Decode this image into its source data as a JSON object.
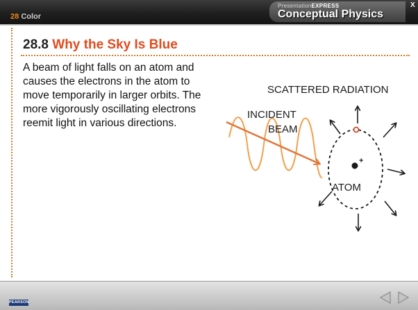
{
  "header": {
    "chapter_number": "28",
    "chapter_title": "Color",
    "logo_sub_prefix": "Presentation",
    "logo_sub_brand": "EXPRESS",
    "logo_main": "Conceptual Physics",
    "close_label": "X"
  },
  "slide": {
    "section_number": "28.8",
    "section_title": "Why the Sky Is Blue",
    "body": "A beam of light falls on an atom and causes the electrons in the atom to move temporarily in larger orbits. The more vigorously oscillating electrons reemit light in various directions."
  },
  "diagram": {
    "label_scattered": "SCATTERED RADIATION",
    "label_incident_1": "INCIDENT",
    "label_incident_2": "BEAM",
    "label_atom": "ATOM",
    "nucleus_charge": "+",
    "colors": {
      "wave": "#f2a04e",
      "beam": "#e0763a",
      "ink": "#1a1a1a",
      "electron": "#d24a28"
    }
  },
  "footer": {
    "publisher": "PEARSON",
    "prev_icon": "left-triangle-icon",
    "next_icon": "right-triangle-icon"
  }
}
